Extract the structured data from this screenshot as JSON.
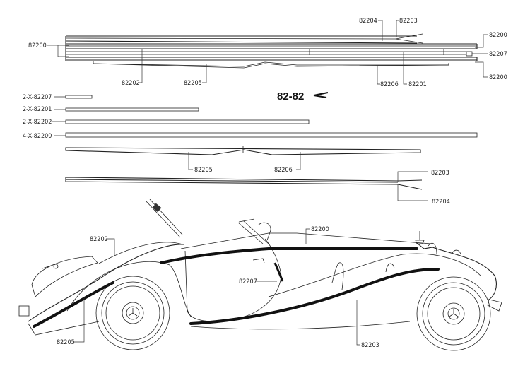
{
  "diagram": {
    "title": "82-82",
    "assembly_callouts": {
      "left_82200": "82200",
      "p82202": "82202",
      "p82205": "82205",
      "p82204": "82204",
      "p82203": "82203",
      "p82206": "82206",
      "p82201": "82201",
      "right_82200_top": "82200",
      "p82207": "82207",
      "right_82200_bottom": "82200"
    },
    "parts_list": [
      {
        "label": "2-X-82207"
      },
      {
        "label": "2-X-82201"
      },
      {
        "label": "2-X-82202"
      },
      {
        "label": "4-X-82200"
      }
    ],
    "strip_callouts": {
      "p82205": "82205",
      "p82206": "82206",
      "p82203": "82203",
      "p82204": "82204"
    },
    "car_callouts": {
      "p82202": "82202",
      "p82200": "82200",
      "p82207": "82207",
      "p82205": "82205",
      "p82203": "82203"
    }
  }
}
